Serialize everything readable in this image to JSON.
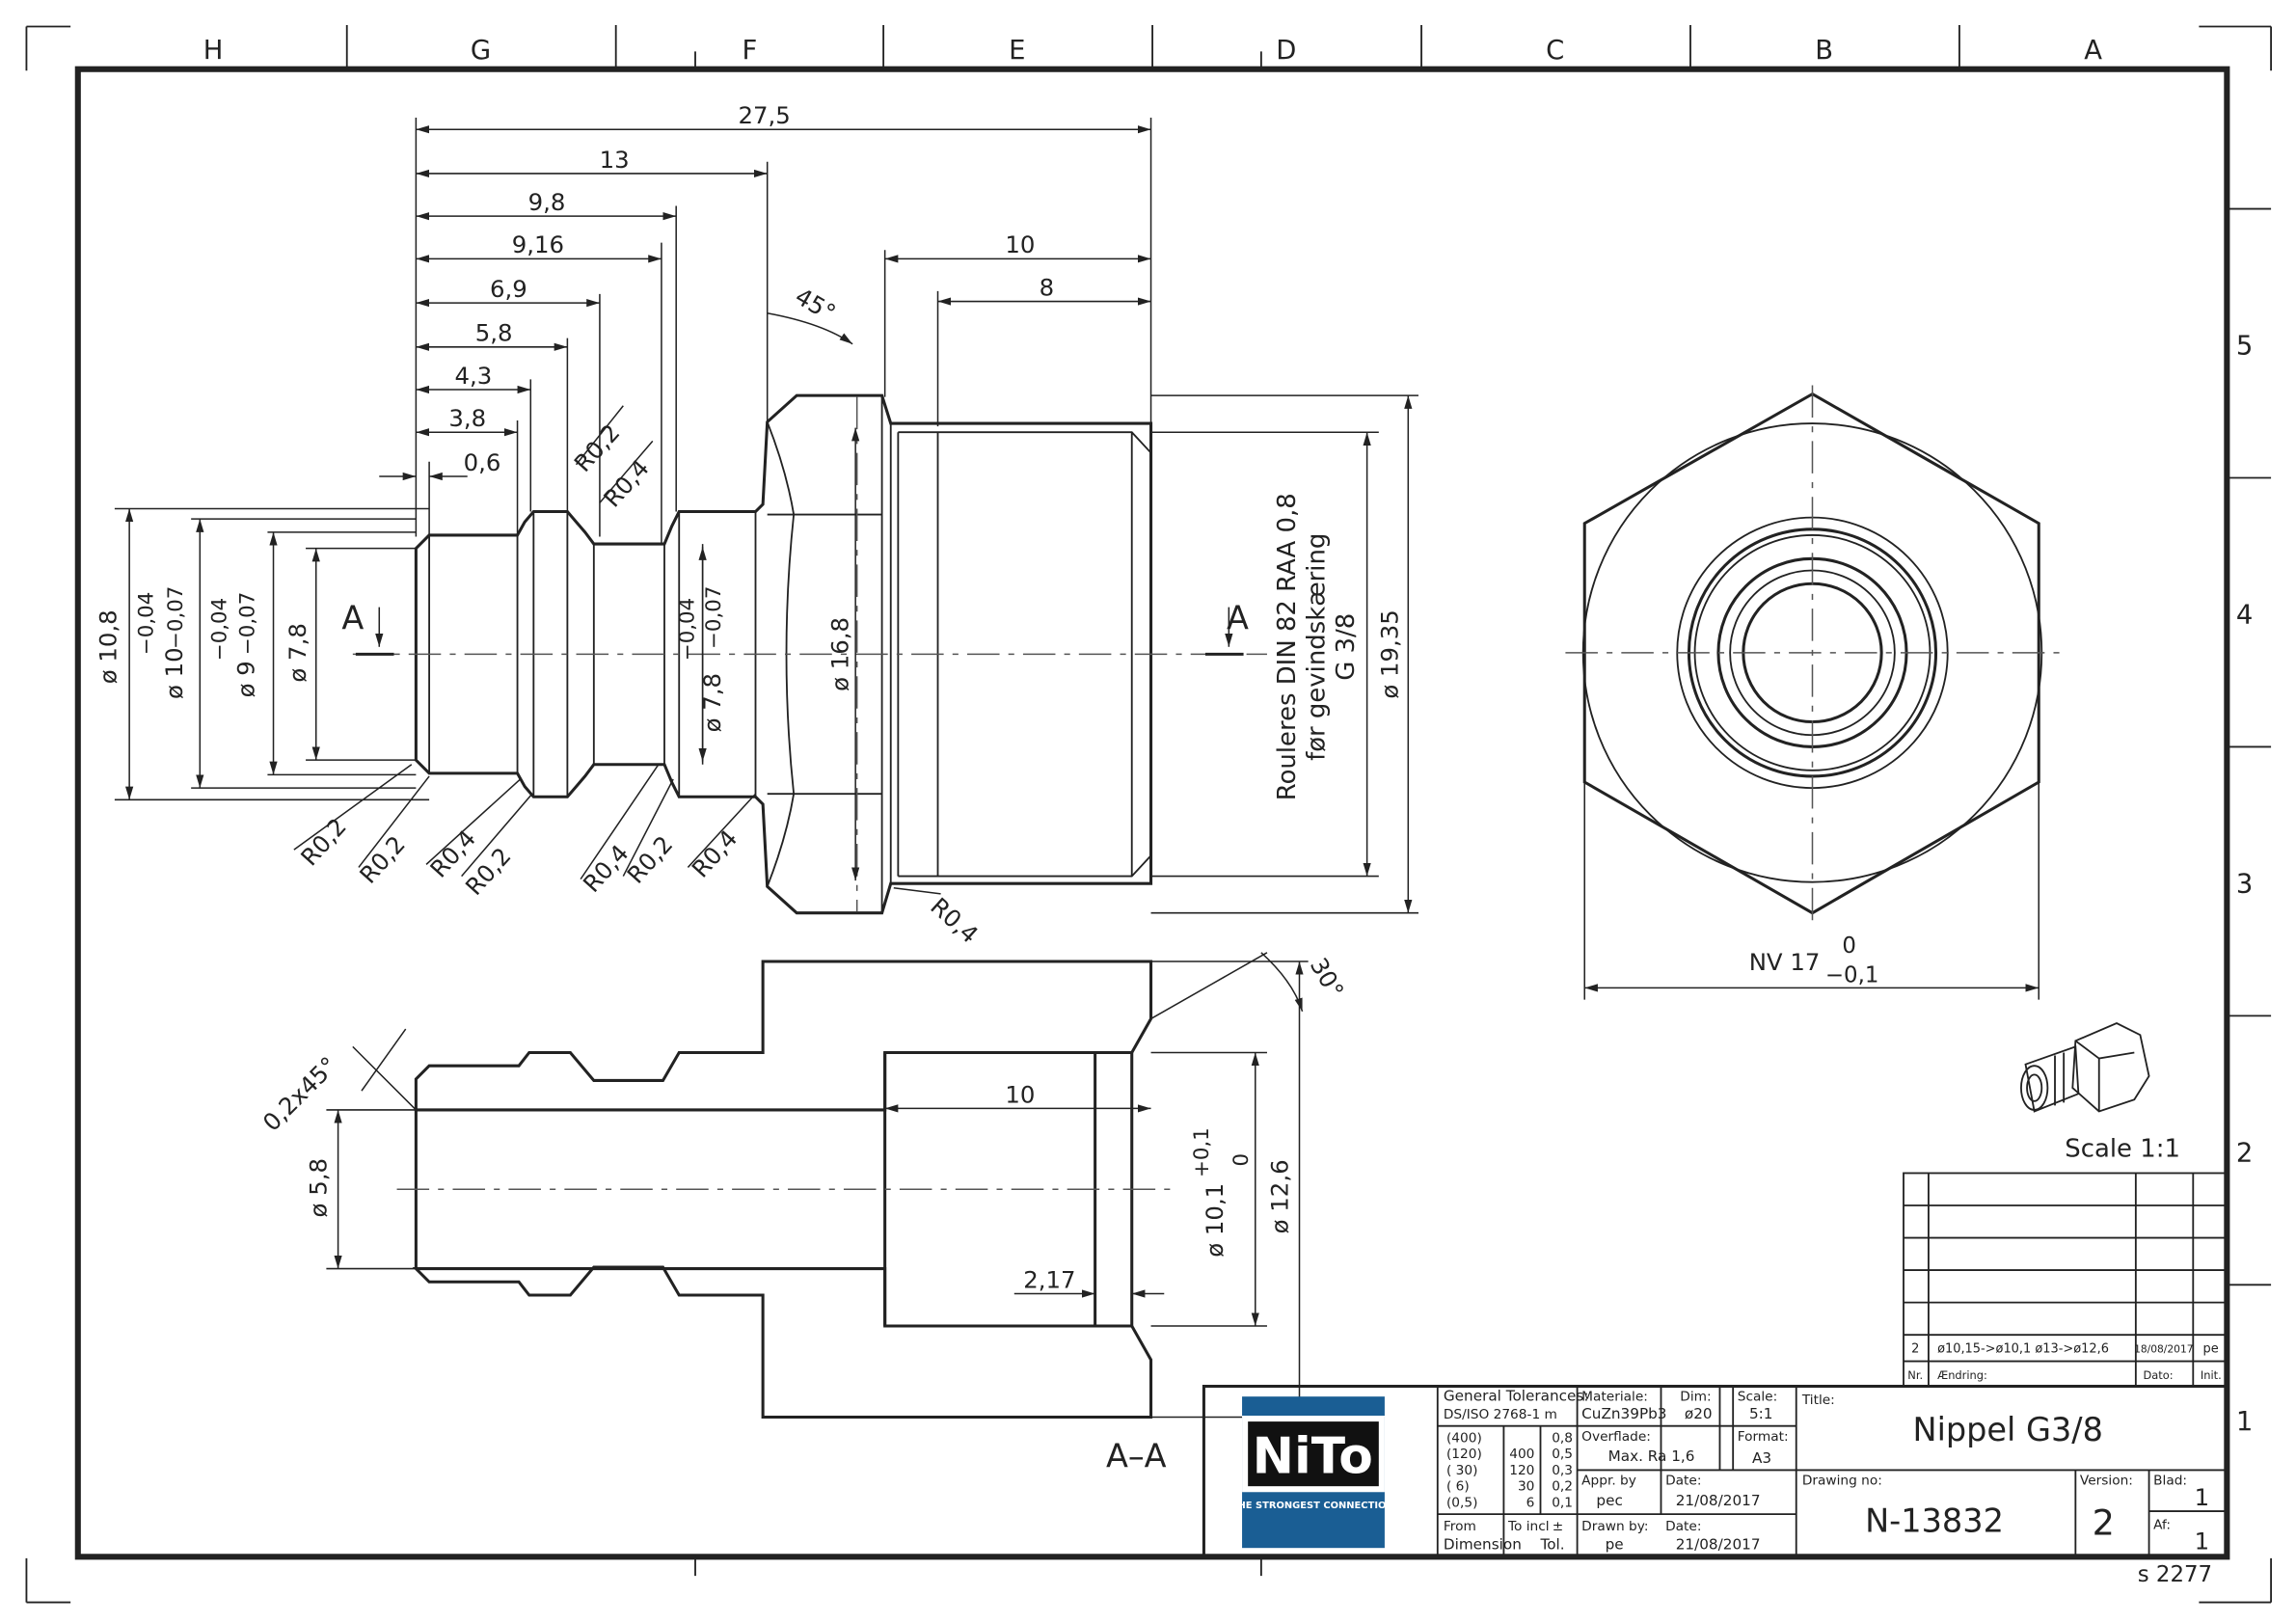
{
  "sheet": {
    "col_zones": [
      "H",
      "G",
      "F",
      "E",
      "D",
      "C",
      "B",
      "A"
    ],
    "row_zones": [
      "5",
      "4",
      "3",
      "2",
      "1"
    ],
    "sheet_id": "s 2277"
  },
  "front_view": {
    "dims": {
      "d275": "27,5",
      "d13": "13",
      "d98": "9,8",
      "d916": "9,16",
      "d69": "6,9",
      "d58": "5,8",
      "d43": "4,3",
      "d38": "3,8",
      "d06": "0,6",
      "d10": "10",
      "d8": "8",
      "a45": "45°"
    },
    "diameters": {
      "d108": "ø 10,8",
      "d10": "ø 10",
      "d10_tol_up": "−0,04",
      "d10_tol_lo": "−0,07",
      "d9": "ø 9",
      "d9_tol_up": "−0,04",
      "d9_tol_lo": "−0,07",
      "d78": "ø 7,8",
      "d78b": "ø 7,8",
      "d78b_tol_up": "−0,04",
      "d78b_tol_lo": "−0,07",
      "d168": "ø 16,8",
      "d1935": "ø 19,35"
    },
    "radii": [
      "R0,2",
      "R0,2",
      "R0,4",
      "R0,2",
      "R0,4",
      "R0,2",
      "R0,4",
      "R0,2",
      "R0,4",
      "R0,4"
    ],
    "section_letter": "A",
    "note_lines": [
      "Rouleres DIN 82 RAA 0,8",
      "før gevindskæring",
      "G 3/8"
    ]
  },
  "end_view": {
    "nv_label": "NV 17",
    "nv_tol_up": "0",
    "nv_tol_lo": "−0,1"
  },
  "section_view": {
    "title": "A–A",
    "chamfer": "0,2x45°",
    "d58": "ø 5,8",
    "depth10": "10",
    "thread217": "2,17",
    "d101": "ø 10,1",
    "d101_tol_up": "+0,1",
    "d101_tol_lo": "0",
    "d126": "ø 12,6",
    "angle30": "30°"
  },
  "iso_view": {
    "scale_label": "Scale 1:1"
  },
  "revision": {
    "row": {
      "nr": "2",
      "change": "ø10,15->ø10,1  ø13->ø12,6",
      "date": "18/08/2017",
      "init": "pe"
    },
    "head": {
      "nr": "Nr.",
      "change": "Ændring:",
      "date": "Dato:",
      "init": "Init."
    }
  },
  "title_block": {
    "logo_text": "NiTo",
    "logo_tagline": "THE STRONGEST CONNECTION",
    "gen_tol_label": "General Tolerances:",
    "gen_tol_std": "DS/ISO 2768-1 m",
    "tol_from": [
      "(400)",
      "(120)",
      "( 30)",
      "(  6)",
      "(0,5)"
    ],
    "tol_to": [
      "",
      "400",
      "120",
      "30",
      "6"
    ],
    "tol_val": [
      "0,8",
      "0,5",
      "0,3",
      "0,2",
      "0,1"
    ],
    "from_label": "From",
    "to_label": "To incl",
    "pm": "±",
    "dimension_label": "Dimension",
    "tol_label": "Tol.",
    "material_label": "Materiale:",
    "material": "CuZn39Pb3",
    "dim_label": "Dim:",
    "dim": "ø20",
    "scale_label": "Scale:",
    "scale": "5:1",
    "surface_label": "Overflade:",
    "surface": "Max. Ra 1,6",
    "format_label": "Format:",
    "format": "A3",
    "appr_label": "Appr. by",
    "appr": "pec",
    "appr_date_label": "Date:",
    "appr_date": "21/08/2017",
    "drawn_label": "Drawn by:",
    "drawn": "pe",
    "drawn_date_label": "Date:",
    "drawn_date": "21/08/2017",
    "title_label": "Title:",
    "title": "Nippel G3/8",
    "drawing_no_label": "Drawing no:",
    "drawing_no": "N-13832",
    "version_label": "Version:",
    "version": "2",
    "blad_label": "Blad:",
    "blad": "1",
    "af_label": "Af:",
    "af": "1"
  }
}
